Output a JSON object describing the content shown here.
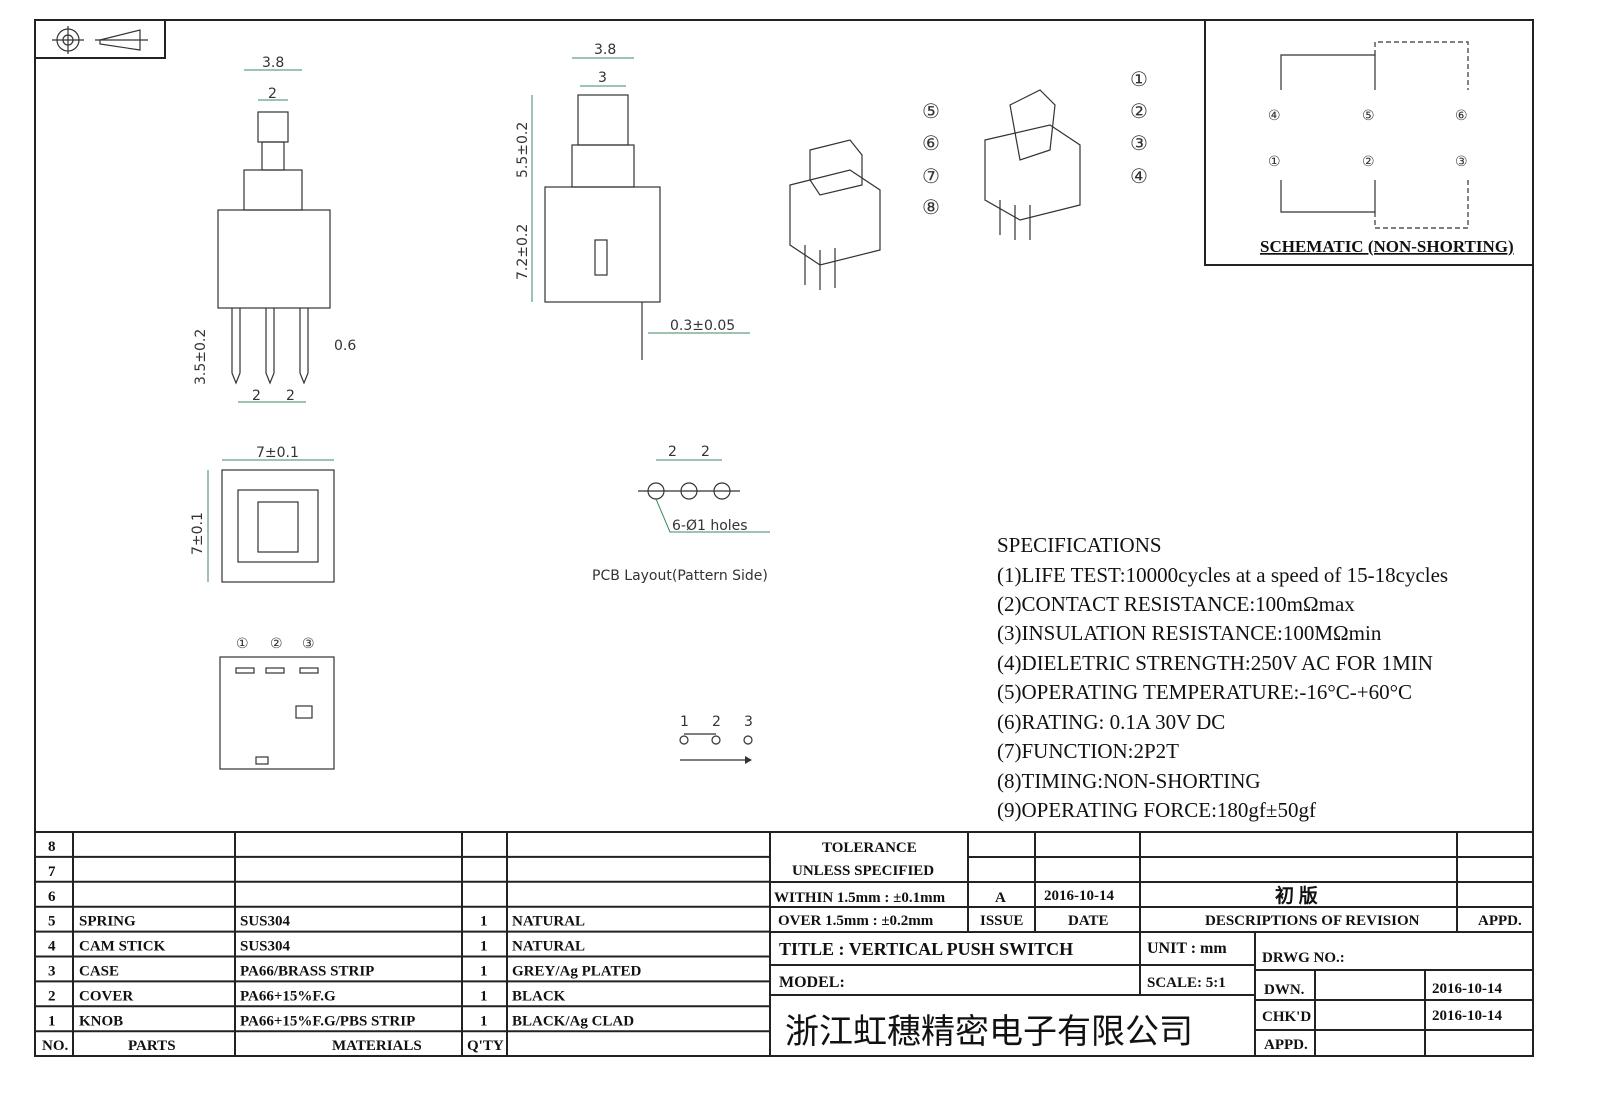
{
  "drawing": {
    "dimensions": {
      "front_width": "3.8",
      "front_knob": "2",
      "front_pin_len": "3.5±0.2",
      "front_pin_w": "0.6",
      "pitch1": "2",
      "pitch2": "2",
      "side_width": "3.8",
      "side_knob": "3",
      "side_stroke": "5.5±0.2",
      "side_height": "7.2±0.2",
      "side_pin": "0.3±0.05",
      "top_w": "7±0.1",
      "top_h": "7±0.1",
      "pcb_p1": "2",
      "pcb_p2": "2",
      "pcb_holes": "6-Ø1 holes",
      "pcb_caption": "PCB Layout(Pattern Side)",
      "bottom_pins": [
        "①",
        "②",
        "③"
      ],
      "switch_pins": [
        "1",
        "2",
        "3"
      ],
      "exploded_callouts": [
        "①",
        "②",
        "③",
        "④",
        "⑤",
        "⑥",
        "⑦",
        "⑧"
      ]
    },
    "schematic": {
      "top_pins": [
        "④",
        "⑤",
        "⑥"
      ],
      "bottom_pins": [
        "①",
        "②",
        "③"
      ],
      "caption": "SCHEMATIC (NON-SHORTING)"
    },
    "specifications": {
      "title": "SPECIFICATIONS",
      "items": [
        "(1)LIFE TEST:10000cycles at a speed of 15-18cycles",
        "(2)CONTACT RESISTANCE:100mΩmax",
        "(3)INSULATION RESISTANCE:100MΩmin",
        "(4)DIELETRIC STRENGTH:250V AC FOR 1MIN",
        "(5)OPERATING TEMPERATURE:-16°C-+60°C",
        "(6)RATING: 0.1A 30V DC",
        "(7)FUNCTION:2P2T",
        "(8)TIMING:NON-SHORTING",
        "(9)OPERATING FORCE:180gf±50gf"
      ]
    }
  },
  "parts_table": {
    "headers": {
      "no": "NO.",
      "parts": "PARTS",
      "materials": "MATERIALS",
      "qty": "Q'TY"
    },
    "rows": [
      {
        "no": "8",
        "part": "",
        "material": "",
        "qty": "",
        "finish": ""
      },
      {
        "no": "7",
        "part": "",
        "material": "",
        "qty": "",
        "finish": ""
      },
      {
        "no": "6",
        "part": "",
        "material": "",
        "qty": "",
        "finish": ""
      },
      {
        "no": "5",
        "part": "SPRING",
        "material": "SUS304",
        "qty": "1",
        "finish": "NATURAL"
      },
      {
        "no": "4",
        "part": "CAM STICK",
        "material": "SUS304",
        "qty": "1",
        "finish": "NATURAL"
      },
      {
        "no": "3",
        "part": "CASE",
        "material": "PA66/BRASS STRIP",
        "qty": "1",
        "finish": "GREY/Ag PLATED"
      },
      {
        "no": "2",
        "part": "COVER",
        "material": "PA66+15%F.G",
        "qty": "1",
        "finish": "BLACK"
      },
      {
        "no": "1",
        "part": "KNOB",
        "material": "PA66+15%F.G/PBS STRIP",
        "qty": "1",
        "finish": "BLACK/Ag CLAD"
      }
    ]
  },
  "title_block": {
    "tolerance_1": "TOLERANCE",
    "tolerance_2": "UNLESS  SPECIFIED",
    "within": "WITHIN 1.5mm : ±0.1mm",
    "over": "OVER 1.5mm : ±0.2mm",
    "revision": {
      "issue": "A",
      "date": "2016-10-14",
      "description": "初  版"
    },
    "rev_headers": {
      "issue": "ISSUE",
      "date": "DATE",
      "desc": "DESCRIPTIONS OF REVISION",
      "appd": "APPD."
    },
    "title": "TITLE :  VERTICAL PUSH SWITCH",
    "unit": "UNIT :  mm",
    "model": "MODEL:",
    "scale": "SCALE:  5:1",
    "drwg_no": "DRWG NO.:",
    "dwn": "DWN.",
    "dwn_date": "2016-10-14",
    "chkd": "CHK'D",
    "chkd_date": "2016-10-14",
    "appd": "APPD.",
    "company": "浙江虹穗精密电子有限公司"
  }
}
